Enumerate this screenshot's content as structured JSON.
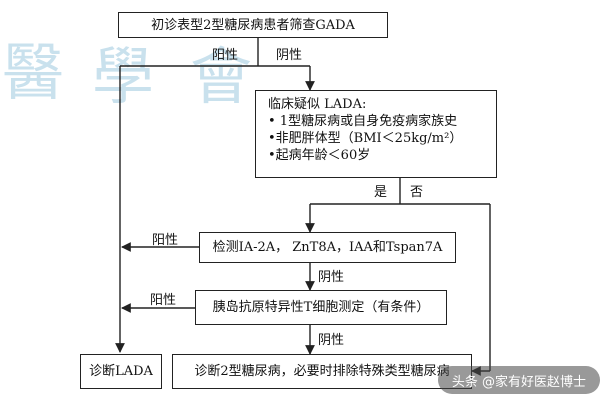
{
  "nodes": {
    "screen": "初诊表型2型糖尿病患者筛查GADA",
    "suspect_title": "临床疑似 LADA:",
    "suspect_items": [
      "• 1型糖尿病或自身免疫病家族史",
      "•非肥胖体型（BMI＜25kg/m²）",
      "•起病年龄＜60岁"
    ],
    "antibody_test": "检测IA-2A， ZnT8A，IAA和Tspan7A",
    "tcell_test": "胰岛抗原特异性T细胞测定（有条件）",
    "diag_lada": "诊断LADA",
    "diag_t2": "诊断2型糖尿病，必要时排除特殊类型糖尿病"
  },
  "edge_labels": {
    "yang_top": "阳性",
    "yin_top": "阴性",
    "shi": "是",
    "fou": "否",
    "yang_antibody": "阳性",
    "yin_antibody": "阴性",
    "yang_tcell": "阳性",
    "yin_tcell": "阴性"
  },
  "watermark_chars": [
    "醫",
    "學",
    "會"
  ],
  "credit": "头条 @家有好医赵博士",
  "colors": {
    "line": "#222222",
    "watermark": "#9ec9e0"
  }
}
